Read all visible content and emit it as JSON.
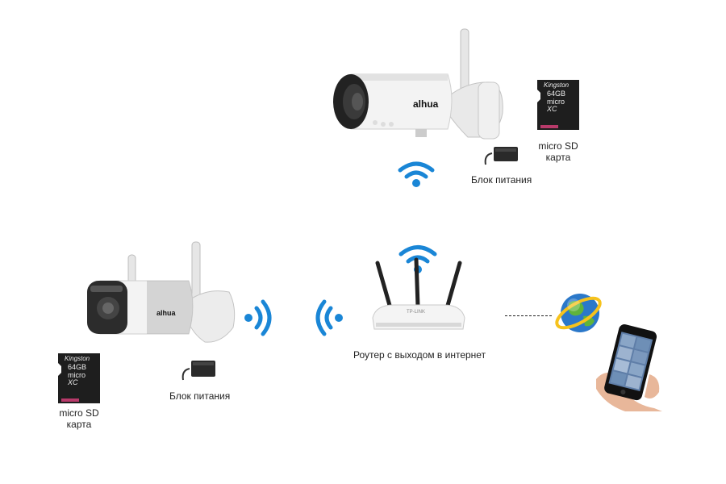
{
  "top_group": {
    "camera_brand": "alhua",
    "sd_brand": "Kingston",
    "sd_size": "64GB",
    "sd_type": "micro",
    "sd_format": "XC",
    "sd_label_line1": "micro SD",
    "sd_label_line2": "карта",
    "power_label": "Блок питания"
  },
  "bottom_group": {
    "camera_brand": "alhua",
    "sd_brand": "Kingston",
    "sd_size": "64GB",
    "sd_type": "micro",
    "sd_format": "XC",
    "sd_label_line1": "micro SD",
    "sd_label_line2": "карта",
    "power_label": "Блок питания"
  },
  "router": {
    "brand": "TP-LINK",
    "label": "Роутер с выходом в интернет"
  },
  "colors": {
    "wifi_blue": "#1a86d6",
    "camera_white": "#f2f2f2",
    "sd_body": "#1e1e1e",
    "globe_blue": "#2b78c9",
    "globe_green": "#5fb43a",
    "globe_ring": "#f6c21c"
  },
  "icons": [
    "wifi-icon",
    "globe-icon",
    "smartphone-icon",
    "power-adapter-icon",
    "sd-card-icon",
    "camera-icon",
    "router-icon"
  ]
}
